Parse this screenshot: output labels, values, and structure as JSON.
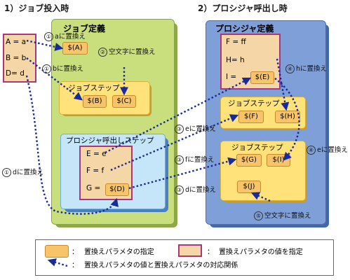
{
  "headings": {
    "left": "1）ジョブ投入時",
    "right": "2）プロシジャ呼出し時"
  },
  "job_def": {
    "title": "ジョブ定義",
    "step": {
      "title": "ジョブステップ",
      "chips": [
        "$(B)",
        "$(C)"
      ]
    },
    "top_chip": "$(A)",
    "proc_call": {
      "title": "プロシジャ呼出しステップ",
      "rows": [
        "E = e",
        "F = f",
        "G = "
      ],
      "chip": "$(D)"
    }
  },
  "submit_values": [
    "A = a",
    "B = b",
    "D= d"
  ],
  "proc_def": {
    "title": "プロシジャ定義",
    "values": [
      "F = ff",
      "H= h",
      "I = "
    ],
    "value_chip": "$(E)",
    "step1": {
      "title": "ジョブステップ",
      "chips": [
        "$(F)",
        "$(H)"
      ]
    },
    "step2": {
      "title": "ジョブステップ",
      "chips": [
        "$(G)",
        "$(I)"
      ],
      "extra_chip": "$(J)"
    }
  },
  "labels": {
    "l1": {
      "num": "①",
      "text": "aに置換え"
    },
    "l2": {
      "num": "①",
      "text": "bに置換え"
    },
    "l3": {
      "num": "②",
      "text": "空文字に置換え"
    },
    "l4": {
      "num": "①",
      "text": "dに置換え"
    },
    "r1": {
      "num": "④",
      "text": "hに置換え"
    },
    "r2": {
      "num": "③",
      "text": "eに置換え"
    },
    "r3": {
      "num": "④",
      "text": "eに置換え"
    },
    "r4": {
      "num": "③",
      "text": "fに置換え"
    },
    "r5": {
      "num": "③",
      "text": "dに置換え"
    },
    "r6": {
      "num": "⑤",
      "text": "空文字に置換え"
    }
  },
  "legend": {
    "colon": "：",
    "item1": "置換えパラメタの指定",
    "item2": "置換えパラメタの値を指定",
    "item3": "置換えパラメタの値と置換えパラメタの対応関係"
  },
  "colors": {
    "job_panel": "#c9df7e",
    "proc_panel": "#7e9fd8",
    "step_yellow": "#ffe27a",
    "step_blue": "#c5e6f8",
    "chip": "#f7c46a",
    "value_fill": "#f5d6a6",
    "value_border": "#a9387a",
    "arrow": "#1a2a9a"
  }
}
